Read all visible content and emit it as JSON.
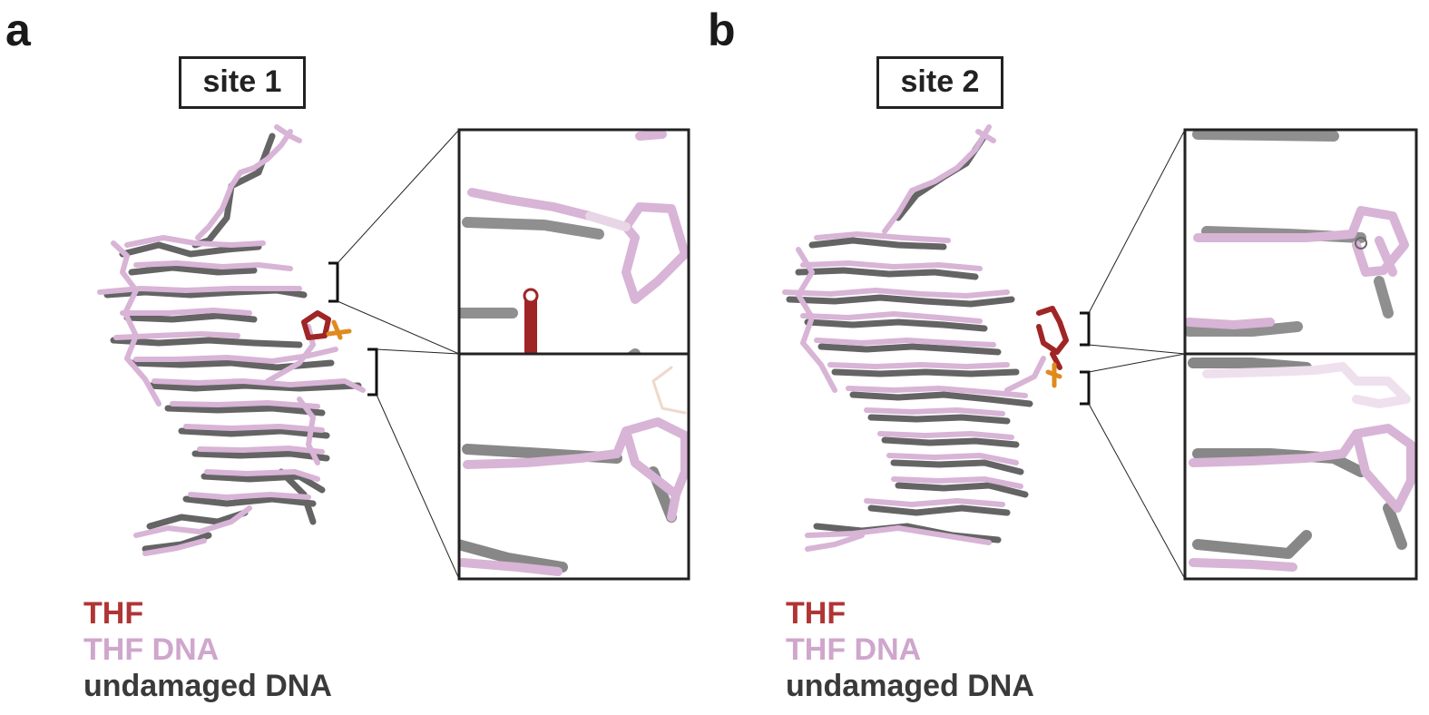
{
  "panels": [
    {
      "letter": "a",
      "site_label": "site 1",
      "legend": [
        {
          "text": "THF",
          "color": "#b03535"
        },
        {
          "text": "THF DNA",
          "color": "#cfa6cc"
        },
        {
          "text": "undamaged DNA",
          "color": "#3a3a3a"
        }
      ]
    },
    {
      "letter": "b",
      "site_label": "site 2",
      "legend": [
        {
          "text": "THF",
          "color": "#b03535"
        },
        {
          "text": "THF DNA",
          "color": "#cfa6cc"
        },
        {
          "text": "undamaged DNA",
          "color": "#3a3a3a"
        }
      ]
    }
  ],
  "colors": {
    "thf": "#a02525",
    "thf_dna": "#d8b4d6",
    "undamaged_dna": "#4a4a4a",
    "phosphorus": "#e08a1e"
  }
}
